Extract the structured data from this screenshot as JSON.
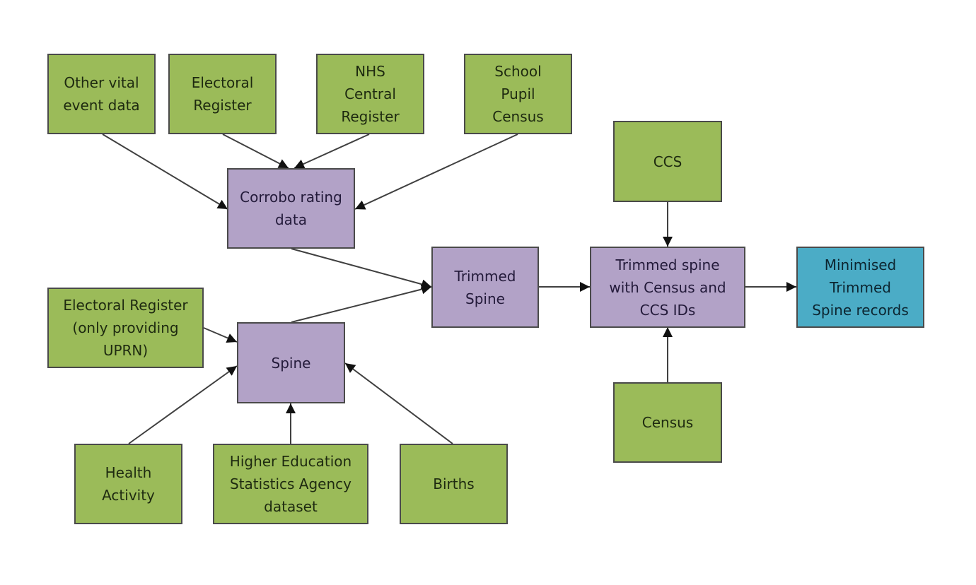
{
  "diagram": {
    "colors": {
      "source": "#9bbb59",
      "process": "#b2a2c7",
      "output": "#4bacc6",
      "edge": "#404040"
    },
    "nodes": [
      {
        "id": "other_vital",
        "label": "Other vital\nevent data",
        "kind": "source"
      },
      {
        "id": "electoral_register",
        "label": "Electoral\nRegister",
        "kind": "source"
      },
      {
        "id": "nhs_central_register",
        "label": "NHS\nCentral\nRegister",
        "kind": "source"
      },
      {
        "id": "school_pupil_census",
        "label": "School\nPupil\nCensus",
        "kind": "source"
      },
      {
        "id": "corroborating_data",
        "label": "Corrobo rating\ndata",
        "kind": "process"
      },
      {
        "id": "electoral_register_uprn",
        "label": "Electoral Register\n(only providing\nUPRN)",
        "kind": "source"
      },
      {
        "id": "spine",
        "label": "Spine",
        "kind": "process"
      },
      {
        "id": "health_activity",
        "label": "Health\nActivity",
        "kind": "source"
      },
      {
        "id": "hesa_dataset",
        "label": "Higher Education\nStatistics Agency\ndataset",
        "kind": "source"
      },
      {
        "id": "births",
        "label": "Births",
        "kind": "source"
      },
      {
        "id": "trimmed_spine",
        "label": "Trimmed\nSpine",
        "kind": "process"
      },
      {
        "id": "ccs",
        "label": "CCS",
        "kind": "source"
      },
      {
        "id": "trimmed_spine_ids",
        "label": "Trimmed spine\nwith Census and\nCCS IDs",
        "kind": "process"
      },
      {
        "id": "census",
        "label": "Census",
        "kind": "source"
      },
      {
        "id": "minimised",
        "label": "Minimised\nTrimmed\nSpine records",
        "kind": "output"
      }
    ],
    "edges": [
      {
        "from": "other_vital",
        "to": "corroborating_data"
      },
      {
        "from": "electoral_register",
        "to": "corroborating_data"
      },
      {
        "from": "nhs_central_register",
        "to": "corroborating_data"
      },
      {
        "from": "school_pupil_census",
        "to": "corroborating_data"
      },
      {
        "from": "corroborating_data",
        "to": "trimmed_spine"
      },
      {
        "from": "spine",
        "to": "trimmed_spine"
      },
      {
        "from": "electoral_register_uprn",
        "to": "spine"
      },
      {
        "from": "health_activity",
        "to": "spine"
      },
      {
        "from": "hesa_dataset",
        "to": "spine"
      },
      {
        "from": "births",
        "to": "spine"
      },
      {
        "from": "trimmed_spine",
        "to": "trimmed_spine_ids"
      },
      {
        "from": "ccs",
        "to": "trimmed_spine_ids"
      },
      {
        "from": "census",
        "to": "trimmed_spine_ids"
      },
      {
        "from": "trimmed_spine_ids",
        "to": "minimised"
      }
    ]
  }
}
